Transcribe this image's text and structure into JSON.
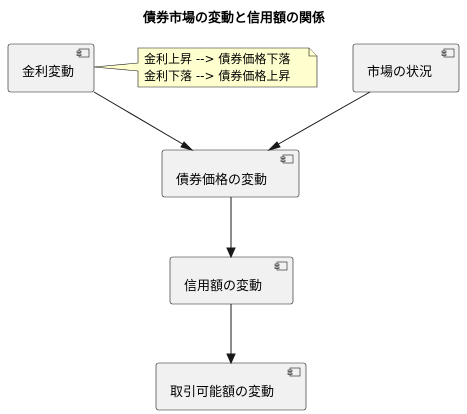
{
  "title": "債券市場の変動と信用額の関係",
  "components": {
    "interest": {
      "label": "金利変動"
    },
    "market": {
      "label": "市場の状況"
    },
    "bond": {
      "label": "債券価格の変動"
    },
    "credit": {
      "label": "信用額の変動"
    },
    "trading": {
      "label": "取引可能額の変動"
    }
  },
  "note": {
    "lines": [
      "金利上昇 --> 債券価格下落",
      "金利下落 --> 債券価格上昇"
    ]
  },
  "colors": {
    "component_fill": "#f1f1f1",
    "note_fill": "#fefece",
    "line": "#181818"
  }
}
